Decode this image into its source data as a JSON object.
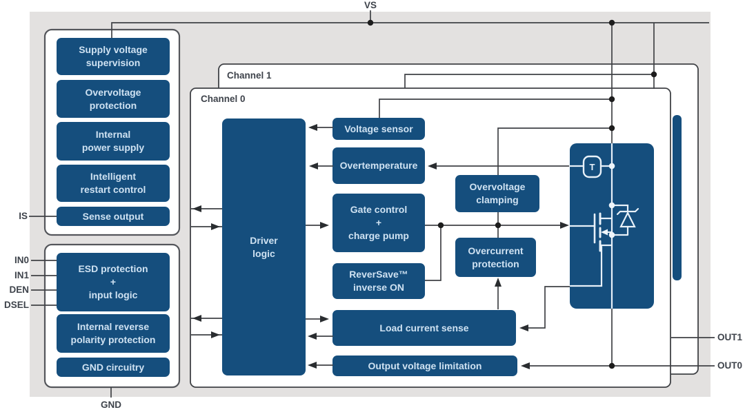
{
  "pins": {
    "vs": "VS",
    "gnd": "GND",
    "is": "IS",
    "in0": "IN0",
    "in1": "IN1",
    "den": "DEN",
    "dsel": "DSEL",
    "out1": "OUT1",
    "out0": "OUT0"
  },
  "channels": {
    "channel1": "Channel 1",
    "channel0": "Channel 0"
  },
  "blocks": {
    "supply_voltage_supervision": "Supply voltage\nsupervision",
    "overvoltage_protection": "Overvoltage\nprotection",
    "internal_power_supply": "Internal\npower supply",
    "intelligent_restart_control": "Intelligent\nrestart control",
    "sense_output": "Sense output",
    "esd_protection_input_logic": "ESD protection\n+\ninput logic",
    "internal_reverse_polarity_protection": "Internal reverse\npolarity protection",
    "gnd_circuitry": "GND circuitry",
    "driver_logic": "Driver\nlogic",
    "voltage_sensor": "Voltage sensor",
    "overtemperature": "Overtemperature",
    "gate_control_charge_pump": "Gate control\n+\ncharge pump",
    "reversave_inverse_on": "ReverSave™\ninverse ON",
    "load_current_sense": "Load current sense",
    "output_voltage_limitation": "Output voltage limitation",
    "overvoltage_clamping": "Overvoltage\nclamping",
    "overcurrent_protection": "Overcurrent\nprotection",
    "temperature_sensor": "T"
  },
  "colors": {
    "block_fill": "#154E7D",
    "block_text": "#CFE2F2",
    "panel_gray": "#E3E1E0",
    "wire": "#3F4145",
    "label_text": "#3E434B",
    "mosfet_white": "#E8F1F9"
  }
}
